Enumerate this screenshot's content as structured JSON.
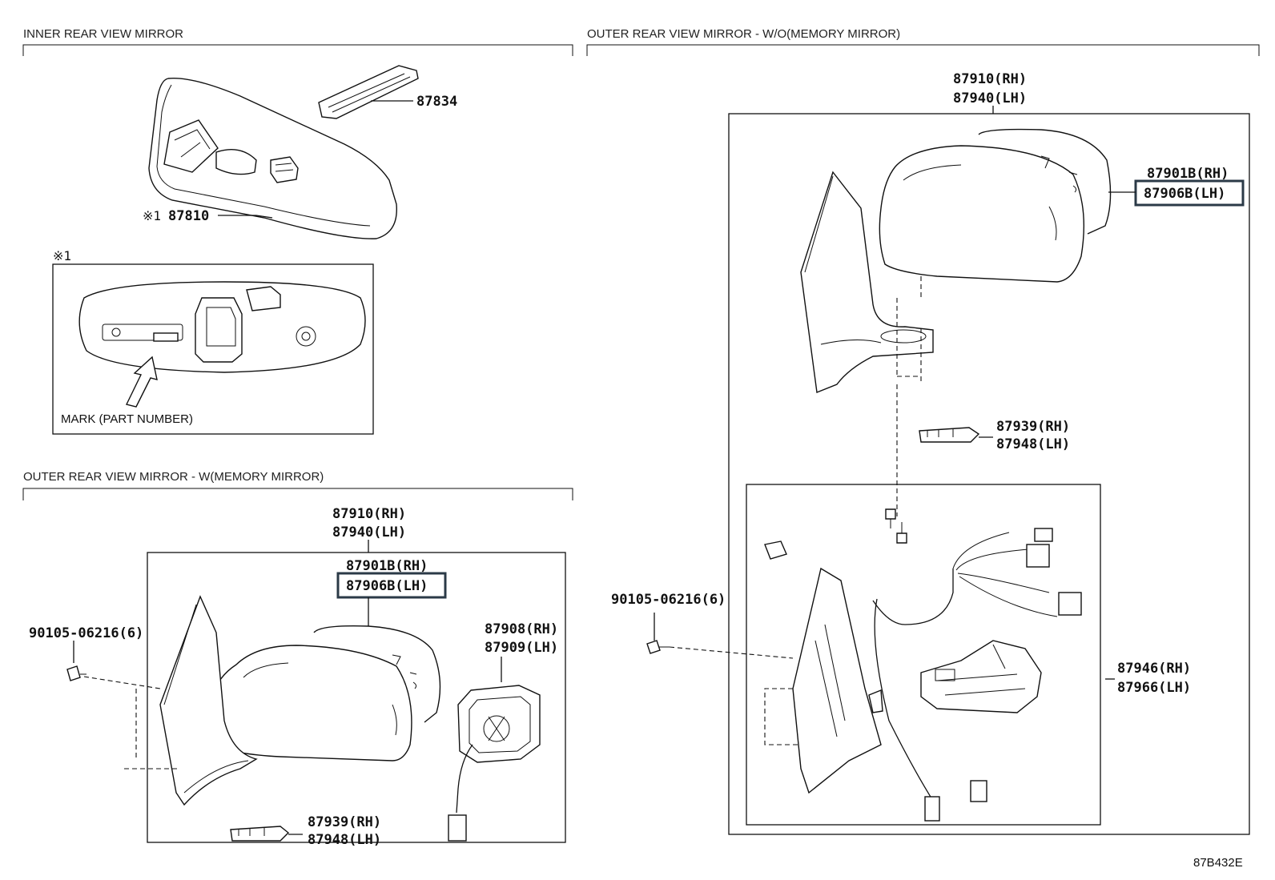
{
  "sections": {
    "inner": "INNER REAR VIEW MIRROR",
    "outer_wo": "OUTER REAR VIEW MIRROR - W/O(MEMORY MIRROR)",
    "outer_w": "OUTER REAR VIEW MIRROR - W(MEMORY MIRROR)"
  },
  "inner": {
    "bracket": "87834",
    "mirror_note": "※1",
    "mirror": "87810",
    "detail_ref": "※1",
    "mark": "MARK (PART NUMBER)"
  },
  "wo": {
    "mirror_rh": "87910(RH)",
    "mirror_lh": "87940(LH)",
    "glass_rh": "87901B(RH)",
    "glass_lh": "87906B(LH)",
    "cover_rh": "87939(RH)",
    "cover_lh": "87948(LH)",
    "screw": "90105-06216(6)",
    "motor_rh": "87946(RH)",
    "motor_lh": "87966(LH)"
  },
  "w": {
    "mirror_rh": "87910(RH)",
    "mirror_lh": "87940(LH)",
    "glass_rh": "87901B(RH)",
    "glass_lh": "87906B(LH)",
    "screw": "90105-06216(6)",
    "motor_rh": "87908(RH)",
    "motor_lh": "87909(LH)",
    "cover_rh": "87939(RH)",
    "cover_lh": "87948(LH)"
  },
  "ref_code": "87B432E"
}
